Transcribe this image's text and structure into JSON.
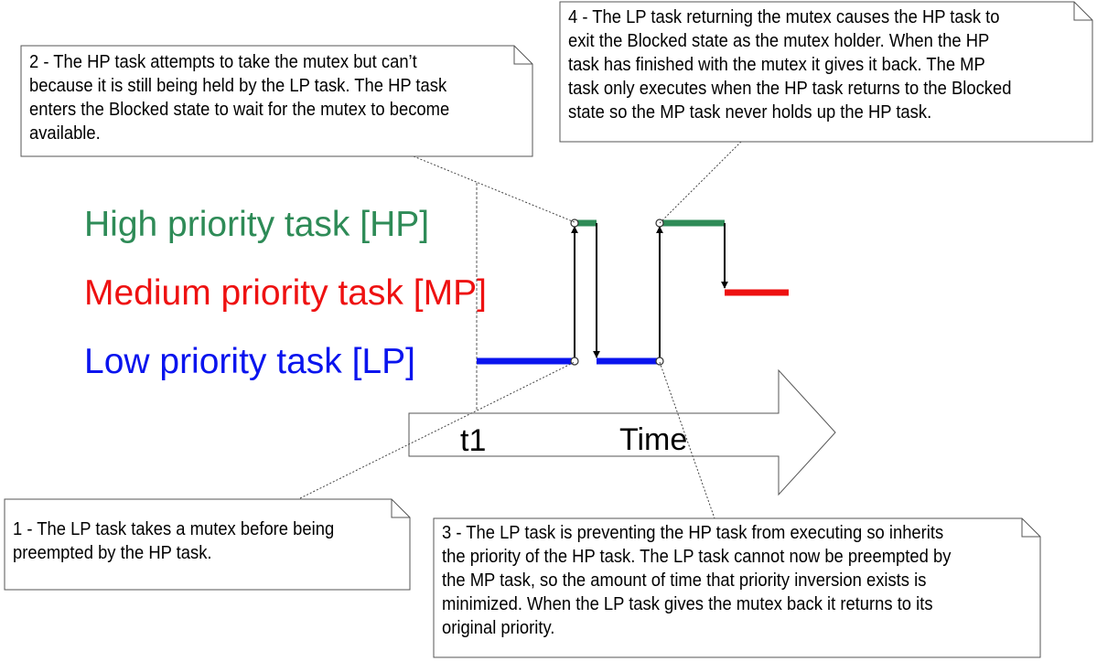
{
  "tasks": {
    "high": {
      "label": "High priority task [HP]",
      "color": "#2e8b57"
    },
    "medium": {
      "label": "Medium priority task [MP]",
      "color": "#ee1111"
    },
    "low": {
      "label": "Low priority task [LP]",
      "color": "#0a14ee"
    }
  },
  "axis": {
    "time_label": "Time",
    "t1_label": "t1"
  },
  "notes": [
    {
      "lines": [
        "1 - The LP task takes a mutex before being",
        "preempted by the HP task."
      ]
    },
    {
      "lines": [
        "2 - The HP task attempts to take the mutex but can’t",
        "because it is still being held by the LP task.  The HP task",
        "enters the Blocked state to wait for the mutex to become",
        "available."
      ]
    },
    {
      "lines": [
        "3 - The LP task is preventing the HP task from executing so inherits",
        "the priority of the HP task.  The LP task cannot now be preempted by",
        "the MP task, so the amount of time that priority inversion exists is",
        "minimized.  When the LP task gives the mutex back it returns to its",
        "original priority."
      ]
    },
    {
      "lines": [
        "4 - The LP task returning the mutex causes the HP task to",
        "exit the Blocked state as the mutex holder.  When the HP",
        "task has finished with the mutex it gives it back.  The MP",
        "task only executes when the HP task returns to the Blocked",
        "state so the MP task never holds up the HP task."
      ]
    }
  ]
}
